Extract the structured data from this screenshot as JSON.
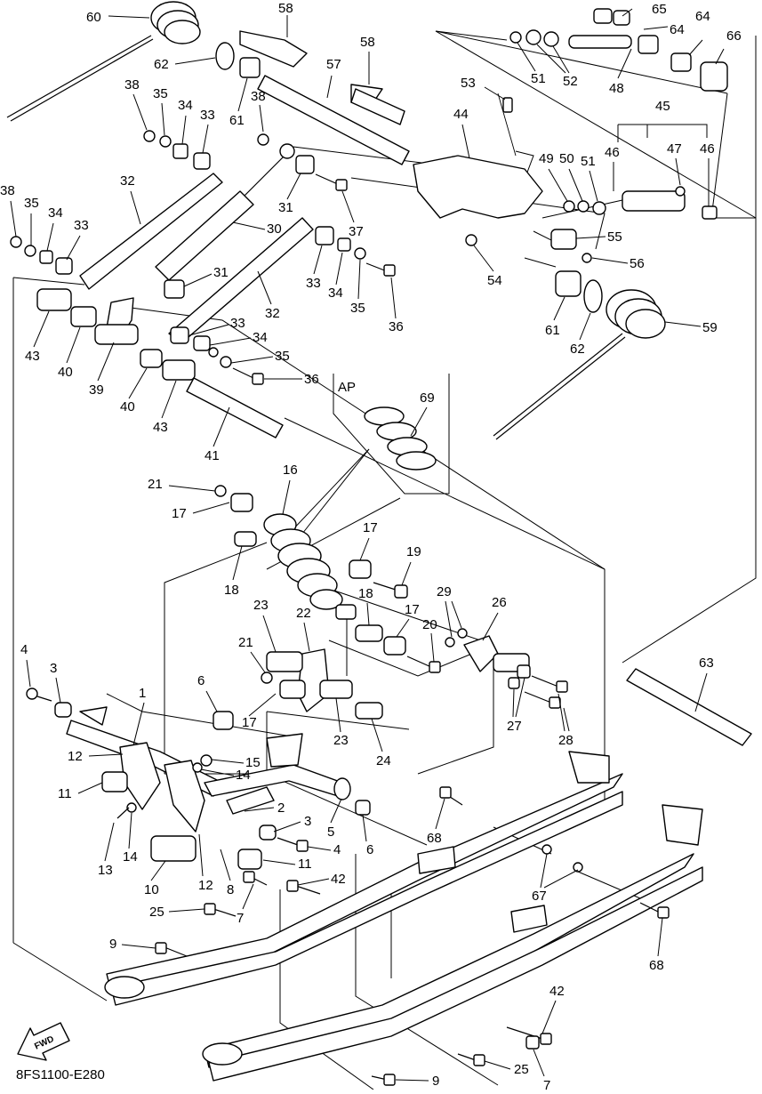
{
  "diagram_code": "8FS1100-E280",
  "callout_label": "AP",
  "fwd_label": "FWD",
  "part_labels": {
    "p60": "60",
    "p58a": "58",
    "p58b": "58",
    "p65": "65",
    "p64a": "64",
    "p64b": "64",
    "p66": "66",
    "p62a": "62",
    "p57": "57",
    "p51a": "51",
    "p52": "52",
    "p48": "48",
    "p38a": "38",
    "p35a": "35",
    "p34a": "34",
    "p33a": "33",
    "p61a": "61",
    "p38b": "38",
    "p53": "53",
    "p44": "44",
    "p45": "45",
    "p32a": "32",
    "p46a": "46",
    "p47": "47",
    "p46b": "46",
    "p49": "49",
    "p50": "50",
    "p51b": "51",
    "p31a": "31",
    "p37": "37",
    "p38c": "38",
    "p35b": "35",
    "p34b": "34",
    "p33b": "33",
    "p30": "30",
    "p55": "55",
    "p56": "56",
    "p54": "54",
    "p31b": "31",
    "p33c": "33",
    "p34c": "34",
    "p35c": "35",
    "p32b": "32",
    "p36a": "36",
    "p61b": "61",
    "p62b": "62",
    "p59": "59",
    "p43a": "43",
    "p40a": "40",
    "p39": "39",
    "p33d": "33",
    "p34d": "34",
    "p35d": "35",
    "p36b": "36",
    "p40b": "40",
    "p43b": "43",
    "p69": "69",
    "p41": "41",
    "p16": "16",
    "p21a": "21",
    "p17a": "17",
    "p17b": "17",
    "p19": "19",
    "p18a": "18",
    "p29": "29",
    "p26": "26",
    "p23a": "23",
    "p22": "22",
    "p18b": "18",
    "p17c": "17",
    "p20": "20",
    "p63": "63",
    "p4a": "4",
    "p3a": "3",
    "p21b": "21",
    "p6a": "6",
    "p1": "1",
    "p17d": "17",
    "p23b": "23",
    "p24": "24",
    "p27": "27",
    "p28": "28",
    "p12a": "12",
    "p15": "15",
    "p14a": "14",
    "p11a": "11",
    "p2": "2",
    "p3b": "3",
    "p5": "5",
    "p6b": "6",
    "p13": "13",
    "p14b": "14",
    "p4b": "4",
    "p11b": "11",
    "p68a": "68",
    "p10": "10",
    "p12b": "12",
    "p8": "8",
    "p42a": "42",
    "p67": "67",
    "p25a": "25",
    "p7a": "7",
    "p9a": "9",
    "p68b": "68",
    "p42b": "42",
    "p25b": "25",
    "p9b": "9",
    "p7b": "7"
  }
}
